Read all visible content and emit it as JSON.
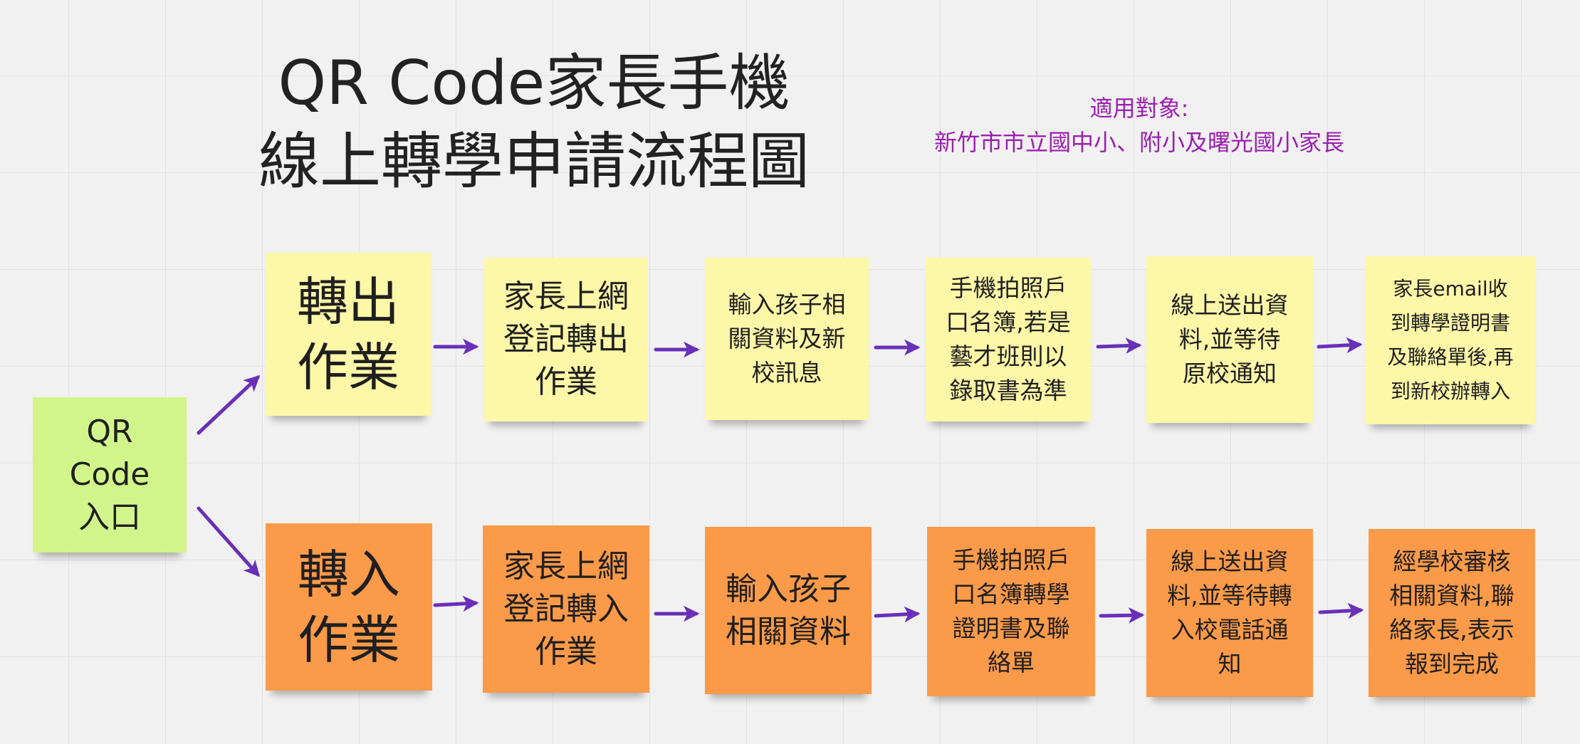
{
  "title": {
    "line1": "QR Code家長手機",
    "line2": "線上轉學申請流程圖"
  },
  "audience": {
    "line1": "適用對象:",
    "line2": "新竹市市立國中小、附小及曙光國小家長",
    "color": "#9b1fb0"
  },
  "entry": {
    "label_lines": [
      "QR",
      "Code",
      "入口"
    ],
    "color": "#d2f58b"
  },
  "transfer_out": {
    "color": "#fdf7a8",
    "steps": [
      {
        "lines": [
          "轉出",
          "作業"
        ]
      },
      {
        "lines": [
          "家長上網",
          "登記轉出",
          "作業"
        ]
      },
      {
        "lines": [
          "輸入孩子相",
          "關資料及新",
          "校訊息"
        ]
      },
      {
        "lines": [
          "手機拍照戶",
          "口名簿,若是",
          "藝才班則以",
          "錄取書為準"
        ]
      },
      {
        "lines": [
          "線上送出資",
          "料,並等待",
          "原校通知"
        ]
      },
      {
        "lines": [
          "家長email收",
          "到轉學證明書",
          "及聯絡單後,再",
          "到新校辦轉入"
        ]
      }
    ]
  },
  "transfer_in": {
    "color": "#fb9a49",
    "steps": [
      {
        "lines": [
          "轉入",
          "作業"
        ]
      },
      {
        "lines": [
          "家長上網",
          "登記轉入",
          "作業"
        ]
      },
      {
        "lines": [
          "輸入孩子",
          "相關資料"
        ]
      },
      {
        "lines": [
          "手機拍照戶",
          "口名簿轉學",
          "證明書及聯",
          "絡單"
        ]
      },
      {
        "lines": [
          "線上送出資",
          "料,並等待轉",
          "入校電話通",
          "知"
        ]
      },
      {
        "lines": [
          "經學校審核",
          "相關資料,聯",
          "絡家長,表示",
          "報到完成"
        ]
      }
    ]
  },
  "arrow_color": "#6a2fb8"
}
